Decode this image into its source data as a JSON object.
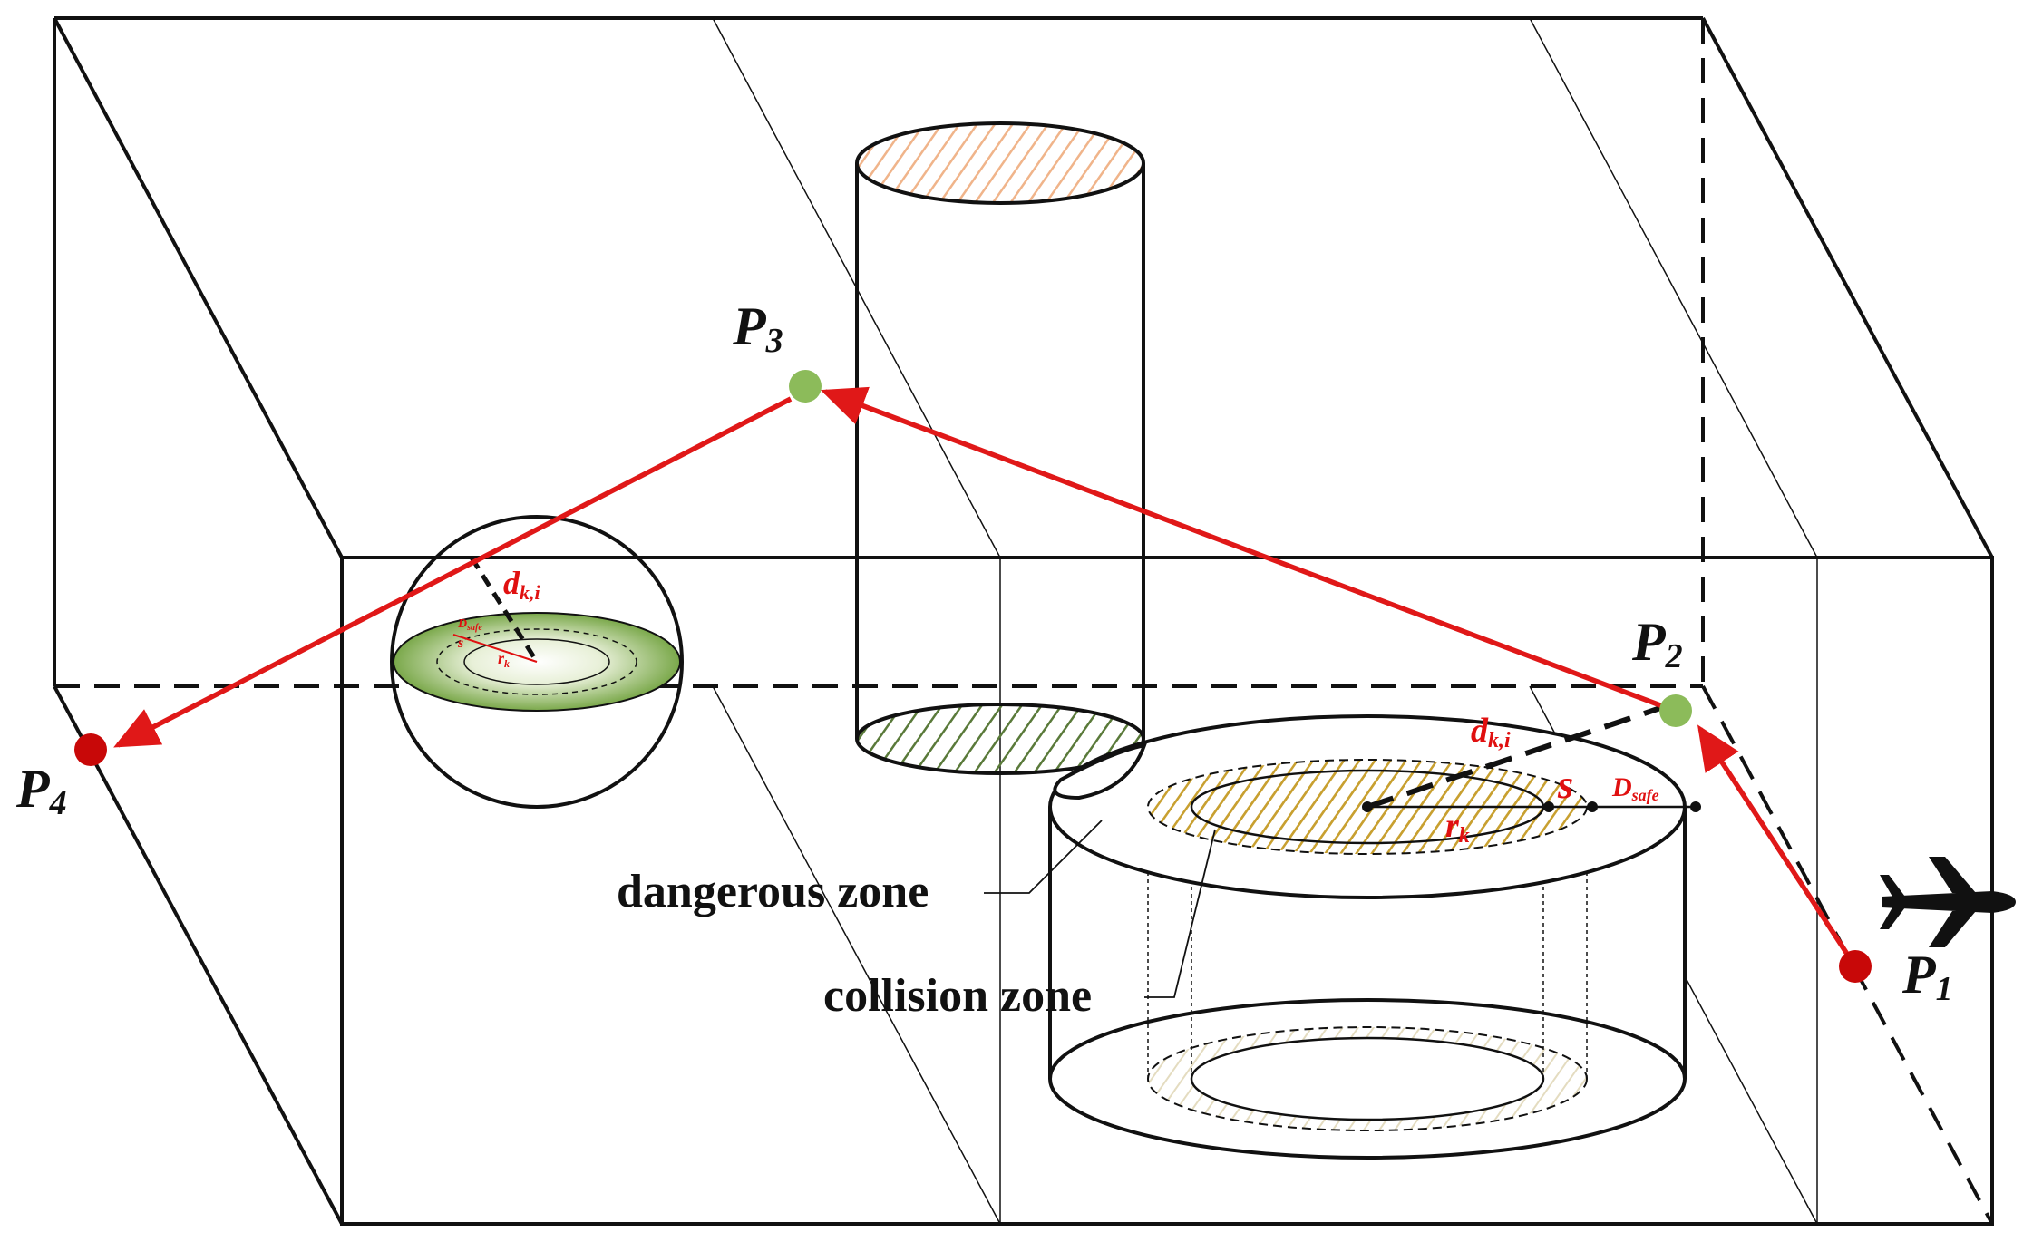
{
  "labels": {
    "p1": "P",
    "p1_sub": "1",
    "p2": "P",
    "p2_sub": "2",
    "p3": "P",
    "p3_sub": "3",
    "p4": "P",
    "p4_sub": "4",
    "d_ki_main": "d",
    "d_ki_main_sub": "k,i",
    "d_ki_sphere": "d",
    "d_ki_sphere_sub": "k,i",
    "s_main": "s",
    "s_sphere": "s",
    "r_k_main": "r",
    "r_k_main_sub": "k",
    "r_k_sphere": "r",
    "r_k_sphere_sub": "k",
    "d_safe_main": "D",
    "d_safe_main_sub": "safe",
    "d_safe_sphere": "D",
    "d_safe_sphere_sub": "safe",
    "dangerous_zone": "dangerous zone",
    "collision_zone": "collision zone"
  },
  "icons": {
    "aircraft": "airplane-icon"
  },
  "colors": {
    "path": "#e01818",
    "endpoint": "#c80808",
    "waypoint": "#8cbb5a",
    "cylinder_top_hatch": "#f0b48a",
    "cylinder_bottom_hatch": "#5a7a3a",
    "collision_hatch": "#c8a030",
    "sphere_disk": "#7aa84a"
  }
}
